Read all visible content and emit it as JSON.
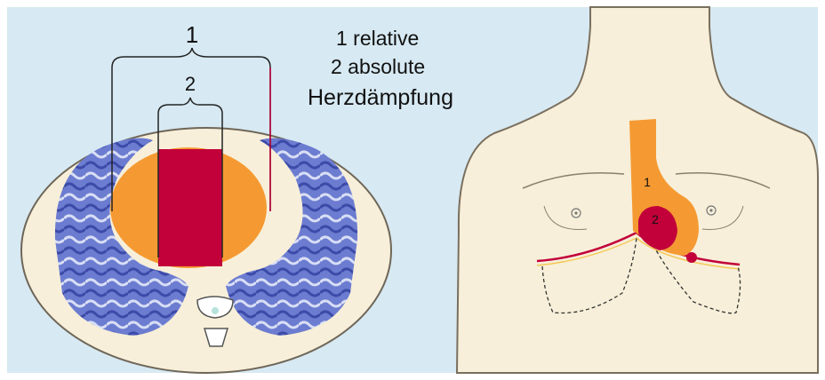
{
  "legend": {
    "line1": "1 relative",
    "line2": "2 absolute",
    "title": "Herzdämpfung"
  },
  "cross_section": {
    "bracket_outer_label": "1",
    "bracket_inner_label": "2"
  },
  "torso": {
    "zone_relative_label": "1",
    "zone_absolute_label": "2"
  },
  "colors": {
    "background": "#d7e9f2",
    "skin": "#f7efd9",
    "lung": "#5f6fc8",
    "relative_dullness": "#f59a32",
    "absolute_dullness": "#c2003a",
    "outline": "#333333"
  }
}
